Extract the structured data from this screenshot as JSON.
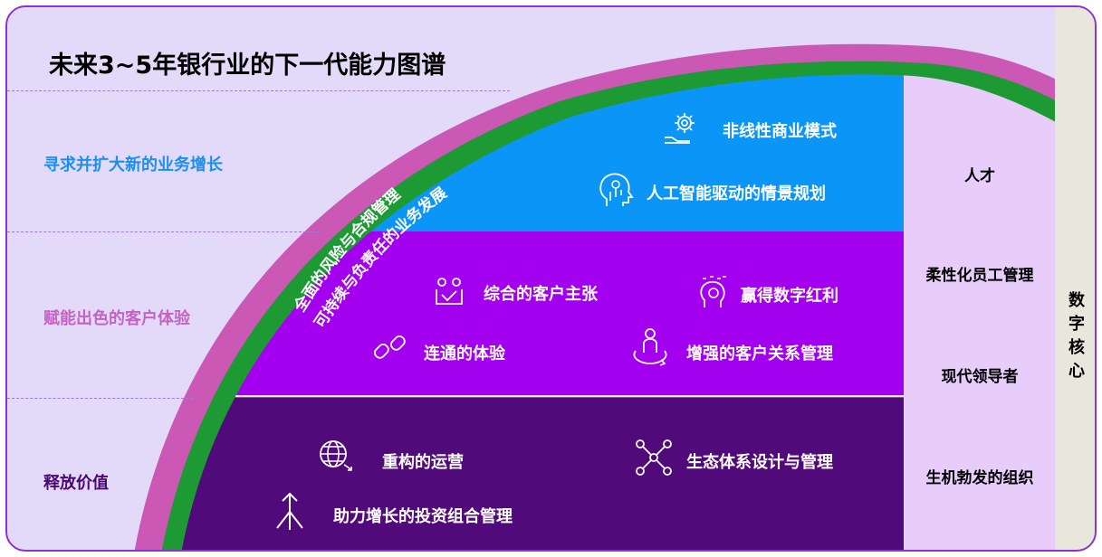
{
  "title": "未来3~5年银行业的下一代能力图谱",
  "rows": [
    {
      "label": "寻求并扩大新的业务增长",
      "color": "#1a8ff0"
    },
    {
      "label": "赋能出色的客户体验",
      "color": "#c462c4"
    },
    {
      "label": "释放价值",
      "color": "#4a0673"
    }
  ],
  "arc_labels": {
    "outer": "全面的风险与合规管理",
    "inner": "可持续与负责任的业务发展"
  },
  "capabilities": {
    "growth": [
      {
        "label": "非线性商业模式",
        "icon": "gear-hand-icon"
      },
      {
        "label": "人工智能驱动的情景规划",
        "icon": "ai-head-icon"
      }
    ],
    "experience": [
      {
        "label": "综合的客户主张",
        "icon": "people-check-icon"
      },
      {
        "label": "赢得数字红利",
        "icon": "digital-head-icon"
      },
      {
        "label": "连通的体验",
        "icon": "link-icon"
      },
      {
        "label": "增强的客户关系管理",
        "icon": "user-cycle-icon"
      }
    ],
    "value": [
      {
        "label": "重构的运营",
        "icon": "globe-icon"
      },
      {
        "label": "生态体系设计与管理",
        "icon": "network-icon"
      },
      {
        "label": "助力增长的投资组合管理",
        "icon": "split-arrow-icon"
      }
    ]
  },
  "talent": [
    "人才",
    "柔性化员工管理",
    "现代领导者",
    "生机勃发的组织"
  ],
  "digital_core": [
    "数",
    "字",
    "核",
    "心"
  ],
  "colors": {
    "growth_band": "#0a95f7",
    "experience_band": "#a300f0",
    "value_band": "#510a79",
    "talent_column": "#e8cdfb",
    "digital_core": "#e9e6dc",
    "outer_arc": "#cc58b6",
    "inner_arc": "#1e9a35",
    "frame_border": "#8a33d1",
    "background": "#e3daf9"
  }
}
